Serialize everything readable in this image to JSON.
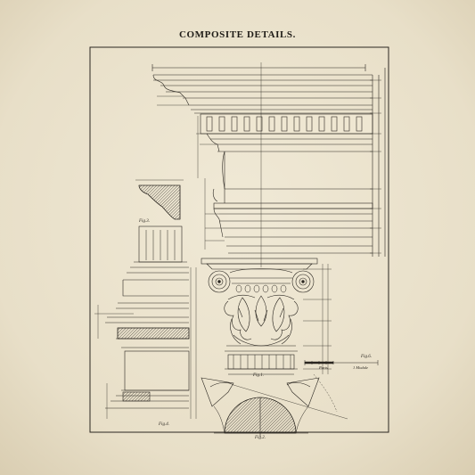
{
  "plate": {
    "title": "COMPOSITE DETAILS.",
    "paper_color": "#ece4cf",
    "ink_color": "#2a2620"
  },
  "figures": {
    "fig_1": "Fig.1.",
    "fig_2": "Fig.2.",
    "fig_3": "Fig.3.",
    "fig_4": "Fig.4.",
    "fig_6": "Fig.6."
  },
  "scale": {
    "label_left": "Parts",
    "label_right": "1 Module"
  }
}
